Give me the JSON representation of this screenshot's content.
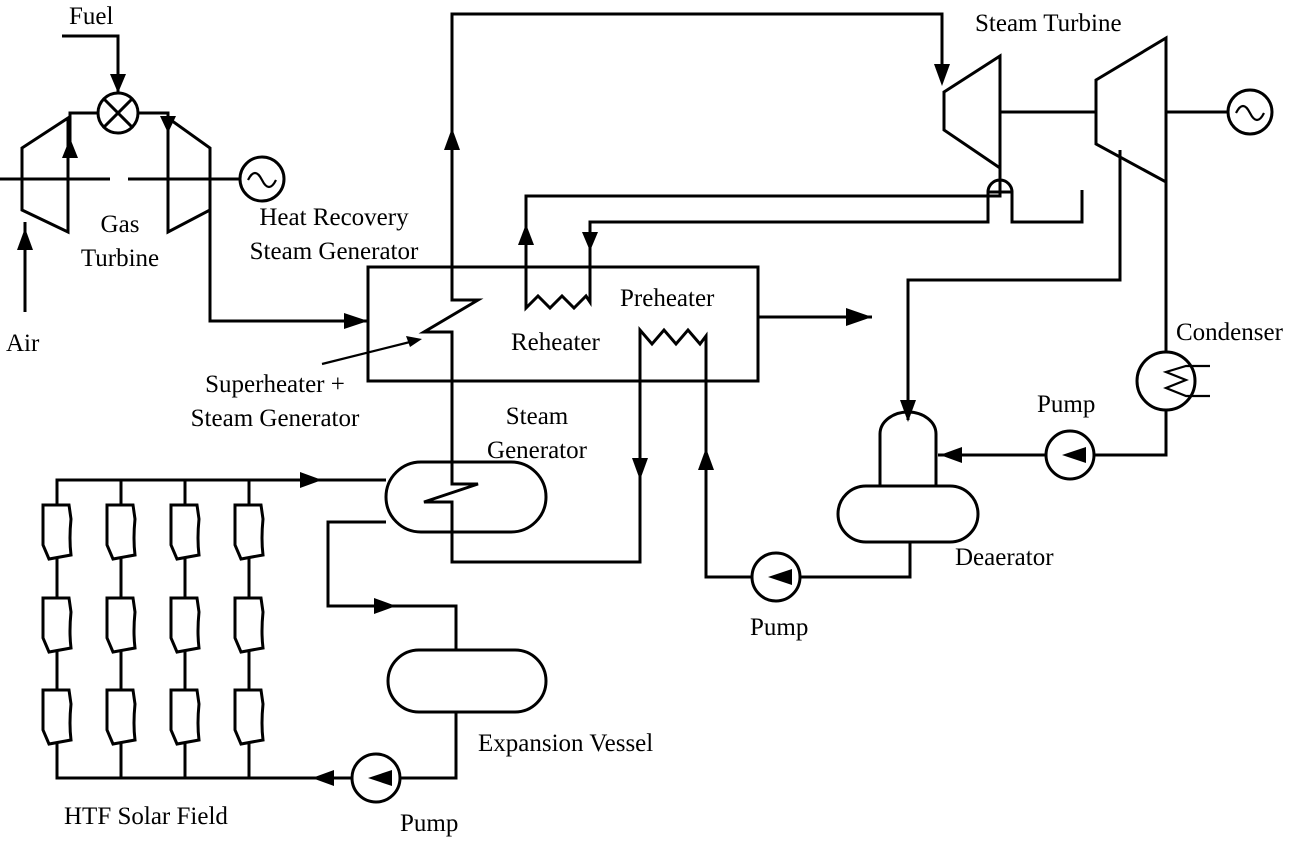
{
  "labels": {
    "fuel": "Fuel",
    "air": "Air",
    "gas_turbine": [
      "Gas",
      "Turbine"
    ],
    "hrsg": [
      "Heat Recovery",
      "Steam Generator"
    ],
    "steam_turbine": "Steam Turbine",
    "reheater": "Reheater",
    "preheater": "Preheater",
    "superheater": [
      "Superheater +",
      "Steam Generator"
    ],
    "steam_generator": [
      "Steam",
      "Generator"
    ],
    "condenser": "Condenser",
    "pump_condenser": "Pump",
    "deaerator": "Deaerator",
    "pump_feedwater": "Pump",
    "expansion_vessel": "Expansion Vessel",
    "solar_field": "HTF Solar Field",
    "pump_htf": "Pump"
  }
}
